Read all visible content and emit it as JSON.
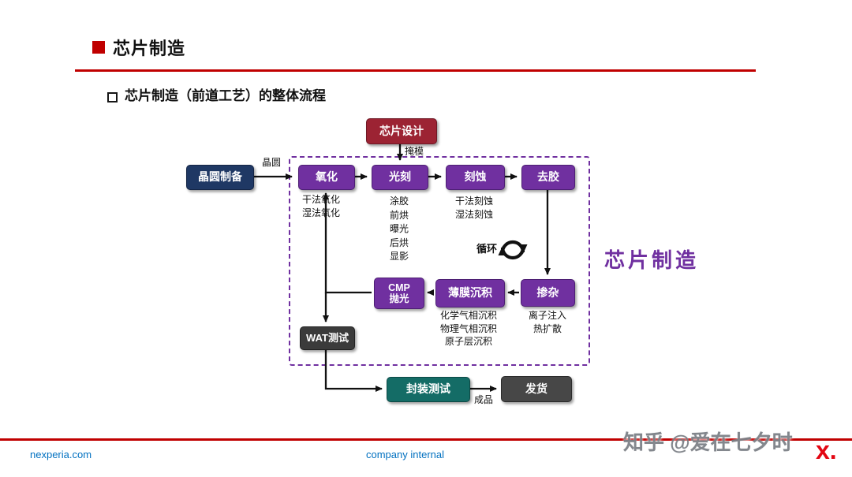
{
  "header": {
    "title": "芯片制造",
    "subtitle": "芯片制造（前道工艺）的整体流程"
  },
  "flow": {
    "chip_design": "芯片设计",
    "mask_label": "掩模",
    "wafer_prep": "晶圆制备",
    "wafer_label": "晶圆",
    "oxidation": "氧化",
    "oxidation_notes": [
      "干法氧化",
      "湿法氧化"
    ],
    "litho": "光刻",
    "litho_notes": [
      "涂胶",
      "前烘",
      "曝光",
      "后烘",
      "显影"
    ],
    "etch": "刻蚀",
    "etch_notes": [
      "干法刻蚀",
      "湿法刻蚀"
    ],
    "strip": "去胶",
    "cycle_label": "循环",
    "doping": "掺杂",
    "doping_notes": [
      "离子注入",
      "热扩散"
    ],
    "deposition": "薄膜沉积",
    "deposition_notes": [
      "化学气相沉积",
      "物理气相沉积",
      "原子层沉积"
    ],
    "cmp_line1": "CMP",
    "cmp_line2": "抛光",
    "wat_test": "WAT测试",
    "package_test": "封装测试",
    "finished_label": "成品",
    "ship": "发货",
    "region_label": "芯片制造"
  },
  "colors": {
    "accent_red": "#C00000",
    "purple": "#7030A0",
    "navy": "#1F3864",
    "box_dark_red": "#9C2333",
    "teal": "#146C66",
    "dark_gray": "#474747",
    "logo_red": "#E30613"
  },
  "footer": {
    "site": "nexperia.com",
    "center": "company internal",
    "logo": "x."
  },
  "watermark": "知乎 @爱在七夕时"
}
